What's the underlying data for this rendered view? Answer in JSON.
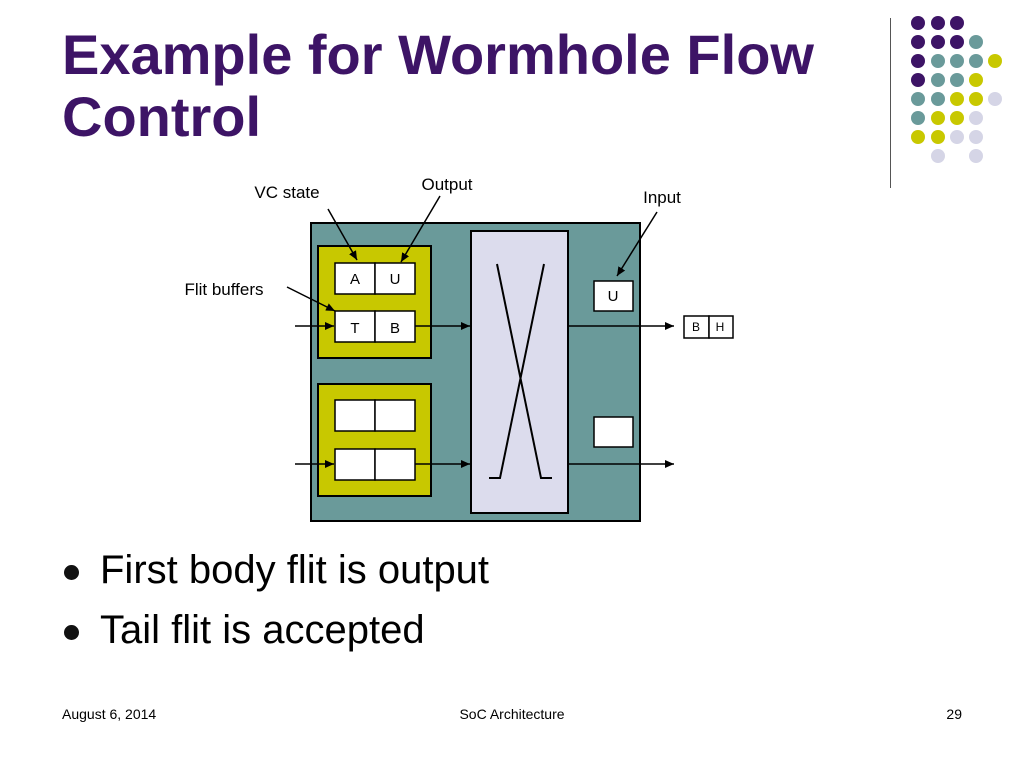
{
  "slide": {
    "title_line1": "Example for Wormhole Flow",
    "title_line2": "Control"
  },
  "diagram": {
    "labels": {
      "vc_state": "VC state",
      "output": "Output",
      "input": "Input",
      "flit_buffers": "Flit buffers"
    },
    "top_vc": {
      "state_cells": [
        "A",
        "U"
      ],
      "buffer_cells": [
        "T",
        "B"
      ]
    },
    "bottom_vc": {
      "state_cells": [
        "",
        ""
      ],
      "buffer_cells": [
        "",
        ""
      ]
    },
    "output_state_top": "U",
    "output_state_bottom": "",
    "output_link_flits": [
      "B",
      "H"
    ]
  },
  "bullets": [
    "First body flit is output",
    "Tail flit is accepted"
  ],
  "footer": {
    "date": "August 6, 2014",
    "course": "SoC Architecture",
    "page": "29"
  },
  "colors": {
    "title": "#3d1466",
    "router_fill": "#6a9a9a",
    "vc_fill": "#c8c800",
    "switch_fill": "#dcdced",
    "dot_purple": "#3d1466",
    "dot_teal": "#6a9a9a",
    "dot_yellow": "#c8c800",
    "dot_lavender": "#d5d5e6"
  }
}
